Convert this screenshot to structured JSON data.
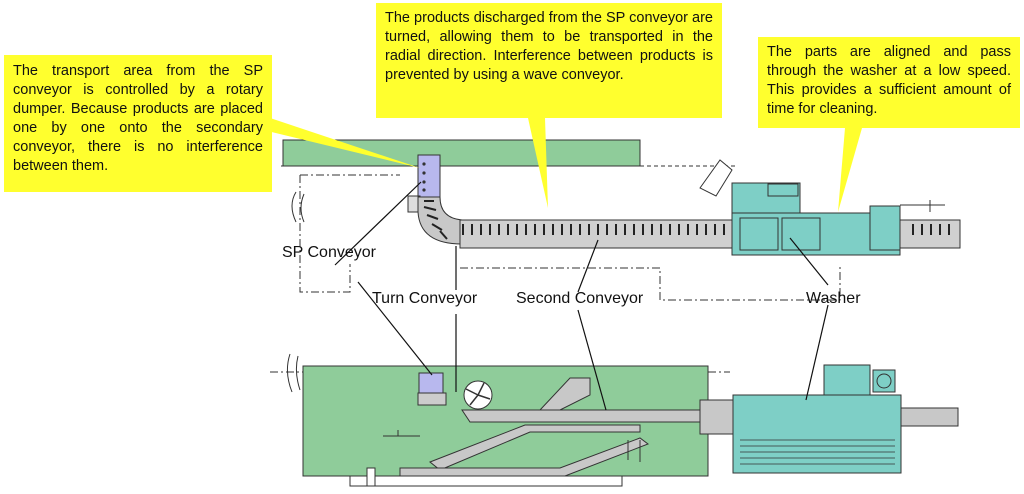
{
  "callouts": {
    "sp_transport": "The transport area from the SP conveyor is controlled by a rotary dumper. Because products are placed one by one onto the secondary conveyor, there is no interference between them.",
    "turned": "The products discharged from the SP conveyor are turned, allowing them to be transported in the radial direction. Interference between products is prevented by using a wave conveyor.",
    "washer": "The parts are aligned and pass through the washer at a low speed. This provides a sufficient amount of time for cleaning."
  },
  "labels": {
    "sp_conveyor": "SP Conveyor",
    "turn_conveyor": "Turn Conveyor",
    "second_conveyor": "Second Conveyor",
    "washer": "Washer"
  },
  "colors": {
    "green_base": "#8fcc9a",
    "teal_washer": "#7ecfc6",
    "grey_conveyor": "#c8c8c8",
    "sp_blue": "#b8b8ee",
    "callout_yellow": "#ffff2e"
  }
}
